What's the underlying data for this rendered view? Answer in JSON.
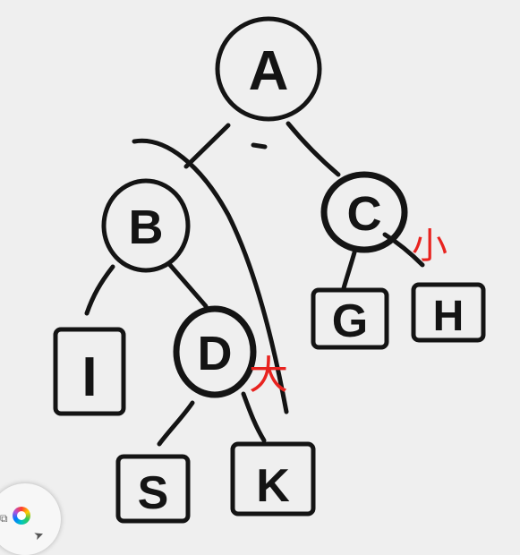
{
  "nodes": {
    "A": {
      "label": "A",
      "shape": "circle"
    },
    "B": {
      "label": "B",
      "shape": "circle"
    },
    "C": {
      "label": "C",
      "shape": "circle"
    },
    "D": {
      "label": "D",
      "shape": "circle"
    },
    "G": {
      "label": "G",
      "shape": "square"
    },
    "H": {
      "label": "H",
      "shape": "square"
    },
    "I": {
      "label": "I",
      "shape": "square"
    },
    "S": {
      "label": "S",
      "shape": "square"
    },
    "K": {
      "label": "K",
      "shape": "square"
    }
  },
  "edges": [
    [
      "A",
      "B"
    ],
    [
      "A",
      "C"
    ],
    [
      "B",
      "I"
    ],
    [
      "B",
      "D"
    ],
    [
      "C",
      "G"
    ],
    [
      "C",
      "H"
    ],
    [
      "D",
      "S"
    ],
    [
      "D",
      "K"
    ]
  ],
  "annotations": {
    "small": "小",
    "big": "大"
  },
  "colors": {
    "ink": "#141414",
    "annotation": "#e8231f",
    "background": "#efefef"
  },
  "toolbar": {
    "color_picker_icon": "color-wheel-icon",
    "pen_icon": "pen-icon"
  }
}
